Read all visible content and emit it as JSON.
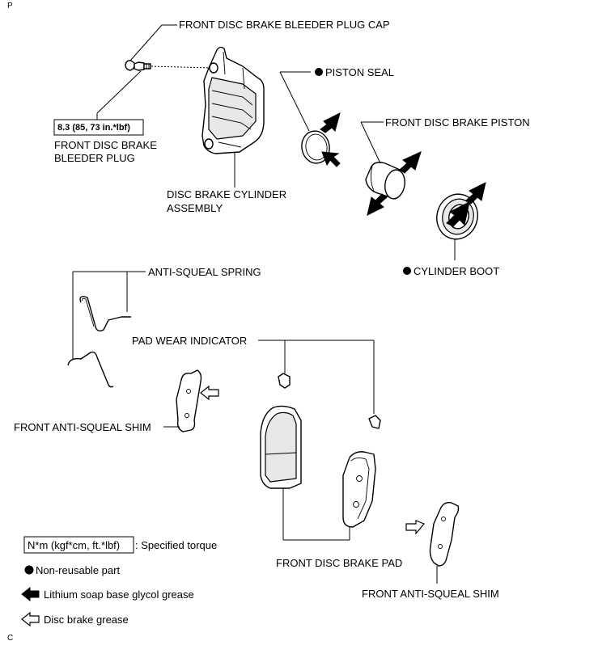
{
  "corner": {
    "top_left": "P",
    "bottom_left": "C"
  },
  "labels": {
    "bleeder_plug_cap": "FRONT DISC BRAKE BLEEDER PLUG CAP",
    "torque_value": "8.3 (85, 73 in.*lbf)",
    "bleeder_plug_line1": "FRONT DISC BRAKE",
    "bleeder_plug_line2": "BLEEDER PLUG",
    "cylinder_assembly_line1": "DISC BRAKE CYLINDER",
    "cylinder_assembly_line2": "ASSEMBLY",
    "piston_seal": "PISTON SEAL",
    "piston": "FRONT DISC BRAKE PISTON",
    "cylinder_boot": "CYLINDER BOOT",
    "anti_squeal_spring": "ANTI-SQUEAL SPRING",
    "pad_wear_indicator": "PAD WEAR INDICATOR",
    "front_anti_squeal_shim_left": "FRONT ANTI-SQUEAL SHIM",
    "front_disc_brake_pad": "FRONT DISC BRAKE PAD",
    "front_anti_squeal_shim_right": "FRONT ANTI-SQUEAL SHIM"
  },
  "legend": {
    "torque_box": "N*m (kgf*cm, ft.*lbf)",
    "torque_desc": ": Specified torque",
    "non_reusable": "Non-reusable part",
    "lithium_grease": "Lithium soap base glycol grease",
    "disc_brake_grease": "Disc brake grease"
  }
}
